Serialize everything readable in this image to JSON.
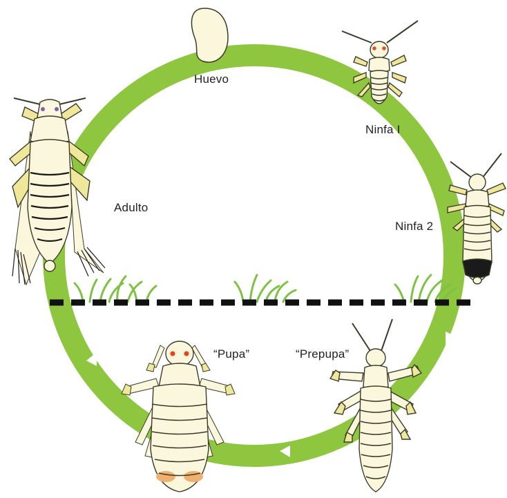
{
  "diagram": {
    "stages": {
      "egg": "Huevo",
      "nymph1": "Ninfa I",
      "nymph2": "Ninfa 2",
      "prepupa": "“Prepupa”",
      "pupa": "“Pupa”",
      "adult": "Adulto"
    },
    "colors": {
      "ring": "#8ec63f",
      "arrow": "#ffffff",
      "ground_line": "#111111",
      "grass": "#7dc242",
      "insect_body": "#fbf7dc",
      "insect_legs": "#efe79a",
      "insect_outline": "#3a3a2a",
      "pupa_eyes": "#e8401c",
      "nymph_eyes": "#d9532a",
      "adult_eyes": "#7b5fb8",
      "pupa_tail": "#f0b070"
    }
  }
}
